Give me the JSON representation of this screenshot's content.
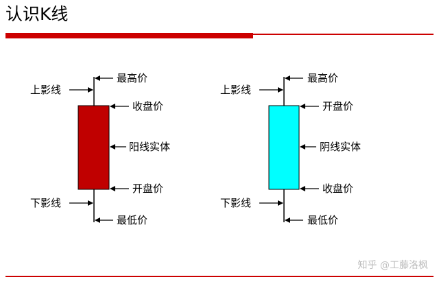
{
  "title": "认识K线",
  "colors": {
    "accent": "#cc0000",
    "bullish_body": "#c00000",
    "bearish_body": "#00ffff",
    "line": "#000000"
  },
  "bullish_candle": {
    "top_label": "最高价",
    "upper_shadow": "上影线",
    "open_close_top": "收盘价",
    "body": "阳线实体",
    "open_close_bottom": "开盘价",
    "lower_shadow": "下影线",
    "bottom_label": "最低价"
  },
  "bearish_candle": {
    "top_label": "最高价",
    "upper_shadow": "上影线",
    "open_close_top": "开盘价",
    "body": "阴线实体",
    "open_close_bottom": "收盘价",
    "lower_shadow": "下影线",
    "bottom_label": "最低价"
  },
  "watermark": "知乎 @工藤洛枫"
}
